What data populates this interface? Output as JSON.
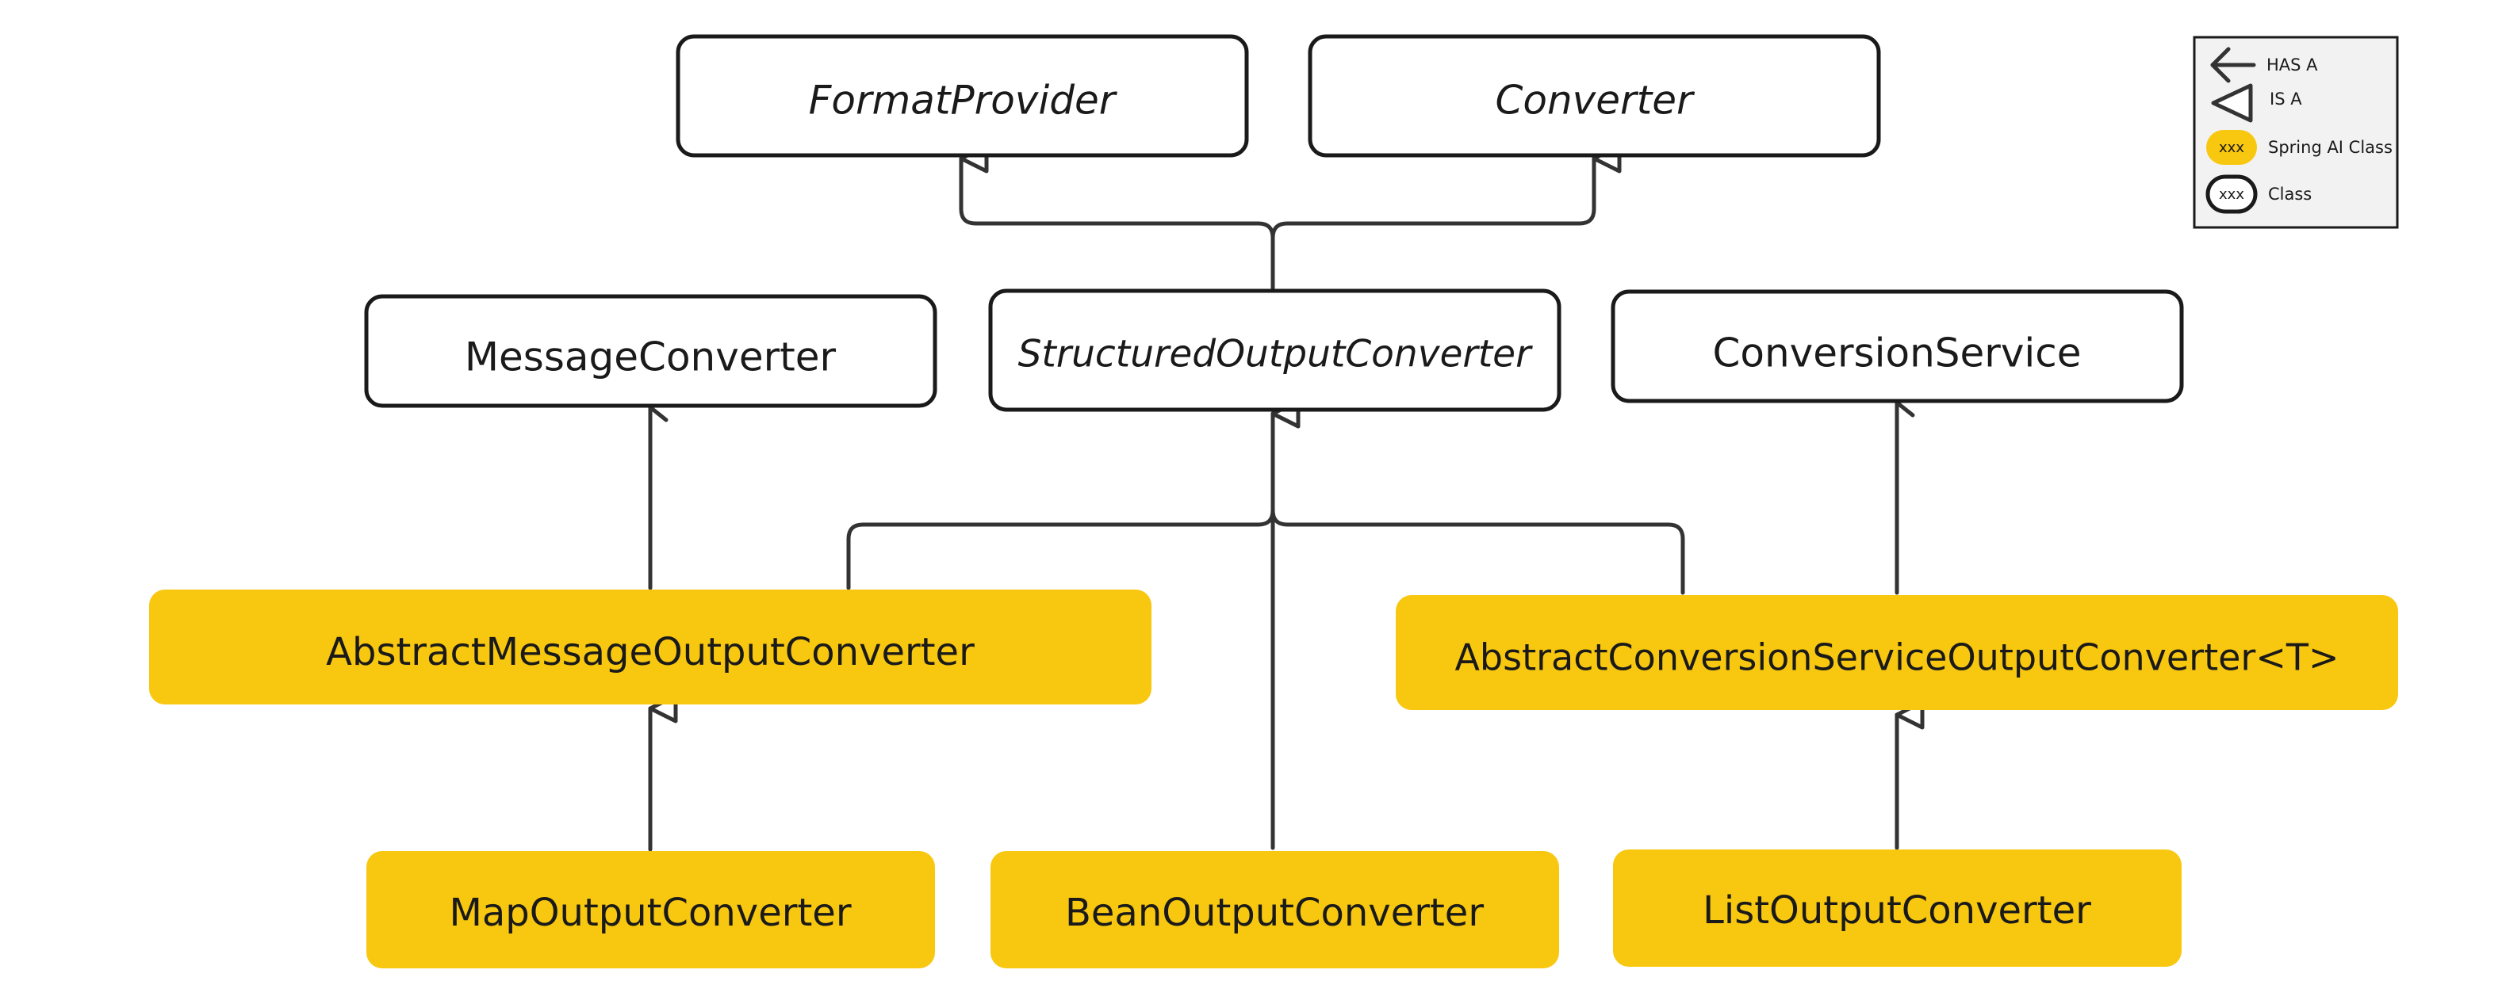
{
  "colors": {
    "spring_fill": "#F8C70F",
    "class_fill": "#FFFFFF",
    "stroke": "#1A1A1A",
    "text": "#1A1A1A",
    "connector": "#333333",
    "legend_fill": "#F2F2F2"
  },
  "nodes": {
    "format_provider": {
      "label": "FormatProvider",
      "italic": true,
      "kind": "class"
    },
    "converter": {
      "label": "Converter",
      "italic": true,
      "kind": "class"
    },
    "message_converter": {
      "label": "MessageConverter",
      "italic": false,
      "kind": "class"
    },
    "structured_output_converter": {
      "label": "StructuredOutputConverter",
      "italic": true,
      "kind": "class"
    },
    "conversion_service": {
      "label": "ConversionService",
      "italic": false,
      "kind": "class"
    },
    "abstract_message_output_converter": {
      "label": "AbstractMessageOutputConverter",
      "italic": false,
      "kind": "spring"
    },
    "abstract_conversion_service_output_converter": {
      "label": "AbstractConversionServiceOutputConverter<T>",
      "italic": false,
      "kind": "spring"
    },
    "map_output_converter": {
      "label": "MapOutputConverter",
      "italic": false,
      "kind": "spring"
    },
    "bean_output_converter": {
      "label": "BeanOutputConverter",
      "italic": false,
      "kind": "spring"
    },
    "list_output_converter": {
      "label": "ListOutputConverter",
      "italic": false,
      "kind": "spring"
    }
  },
  "relations": [
    {
      "from": "structured_output_converter",
      "to": "format_provider",
      "type": "is-a"
    },
    {
      "from": "structured_output_converter",
      "to": "converter",
      "type": "is-a"
    },
    {
      "from": "abstract_message_output_converter",
      "to": "message_converter",
      "type": "has-a"
    },
    {
      "from": "abstract_message_output_converter",
      "to": "structured_output_converter",
      "type": "is-a"
    },
    {
      "from": "bean_output_converter",
      "to": "structured_output_converter",
      "type": "is-a"
    },
    {
      "from": "abstract_conversion_service_output_converter",
      "to": "structured_output_converter",
      "type": "is-a"
    },
    {
      "from": "abstract_conversion_service_output_converter",
      "to": "conversion_service",
      "type": "has-a"
    },
    {
      "from": "map_output_converter",
      "to": "abstract_message_output_converter",
      "type": "is-a"
    },
    {
      "from": "list_output_converter",
      "to": "abstract_conversion_service_output_converter",
      "type": "is-a"
    }
  ],
  "legend": {
    "has_a": "HAS A",
    "is_a": "IS A",
    "spring_swatch": "xxx",
    "spring_label": "Spring AI Class",
    "class_swatch": "xxx",
    "class_label": "Class"
  }
}
